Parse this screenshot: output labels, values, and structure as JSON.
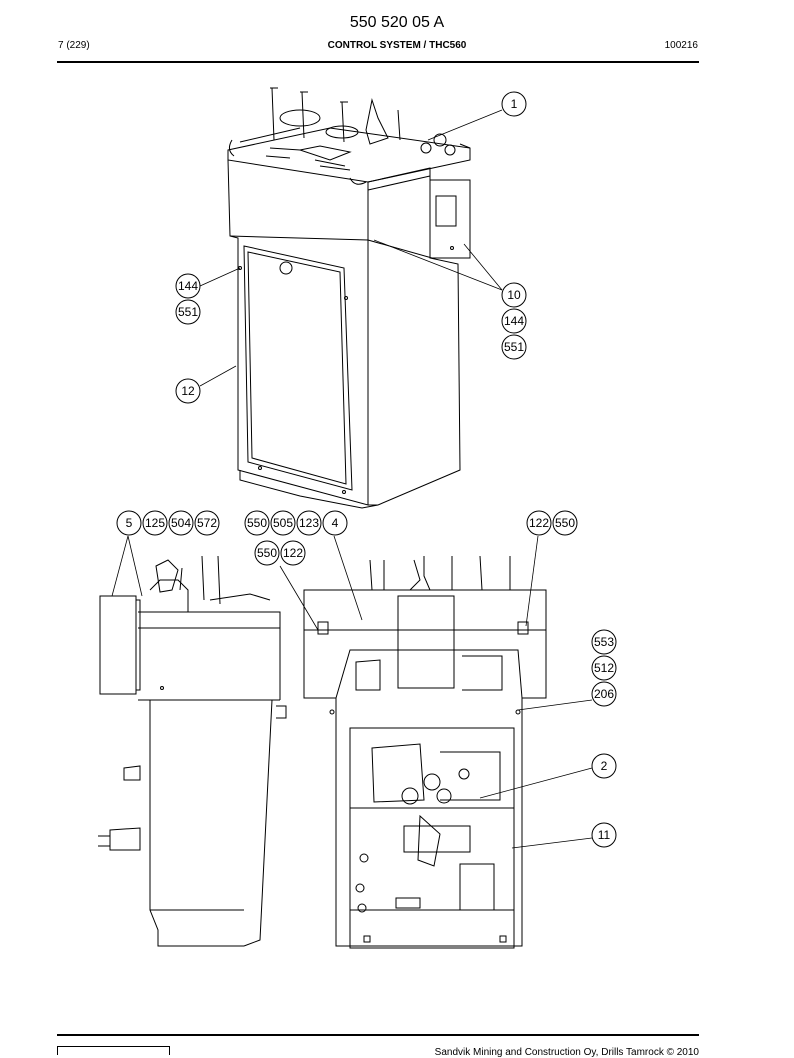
{
  "header": {
    "doc_number": "550 520 05 A",
    "page": "7 (229)",
    "title": "CONTROL SYSTEM / THC560",
    "date_code": "100216"
  },
  "callouts": {
    "c1": "1",
    "c10": "10",
    "c144_a": "144",
    "c551_a": "551",
    "c144_b": "144",
    "c551_b": "551",
    "c12": "12",
    "c5": "5",
    "c125": "125",
    "c504": "504",
    "c572": "572",
    "c550_a": "550",
    "c505": "505",
    "c123": "123",
    "c4": "4",
    "c550_b": "550",
    "c122_a": "122",
    "c122_b": "122",
    "c550_c": "550",
    "c553": "553",
    "c512": "512",
    "c206": "206",
    "c2": "2",
    "c11": "11"
  },
  "footer": {
    "copyright": "Sandvik Mining and Construction Oy, Drills Tamrock © 2010"
  }
}
